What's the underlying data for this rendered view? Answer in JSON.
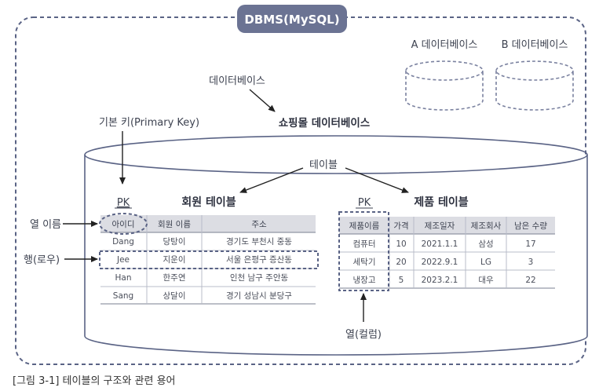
{
  "diagram": {
    "title": "DBMS(MySQL)",
    "db_a": "A 데이터베이스",
    "db_b": "B 데이터베이스",
    "database_label": "데이터베이스",
    "shop_db": "쇼핑몰 데이터베이스",
    "primary_key_label": "기본 키(Primary Key)",
    "table_label": "테이블",
    "column_name_label": "열 이름",
    "row_label": "행(로우)",
    "column_label": "열(컬럼)",
    "pk": "PK",
    "caption": "[그림 3-1] 테이블의 구조와 관련 용어"
  },
  "member_table": {
    "title": "회원 테이블",
    "headers": [
      "아이디",
      "회원 이름",
      "주소"
    ],
    "rows": [
      [
        "Dang",
        "당탕이",
        "경기도 부천시 중동"
      ],
      [
        "Jee",
        "지운이",
        "서울 은평구 증산동"
      ],
      [
        "Han",
        "한주연",
        "인천 남구 주안동"
      ],
      [
        "Sang",
        "상달이",
        "경기 성남시 분당구"
      ]
    ]
  },
  "product_table": {
    "title": "제품 테이블",
    "headers": [
      "제품이름",
      "가격",
      "제조일자",
      "제조회사",
      "남은 수량"
    ],
    "rows": [
      [
        "컴퓨터",
        "10",
        "2021.1.1",
        "삼성",
        "17"
      ],
      [
        "세탁기",
        "20",
        "2022.9.1",
        "LG",
        "3"
      ],
      [
        "냉장고",
        "5",
        "2023.2.1",
        "대우",
        "22"
      ]
    ]
  },
  "colors": {
    "accent": "#5a6385",
    "header_bg": "#dcdde3",
    "title_pill": "#6b7393"
  }
}
